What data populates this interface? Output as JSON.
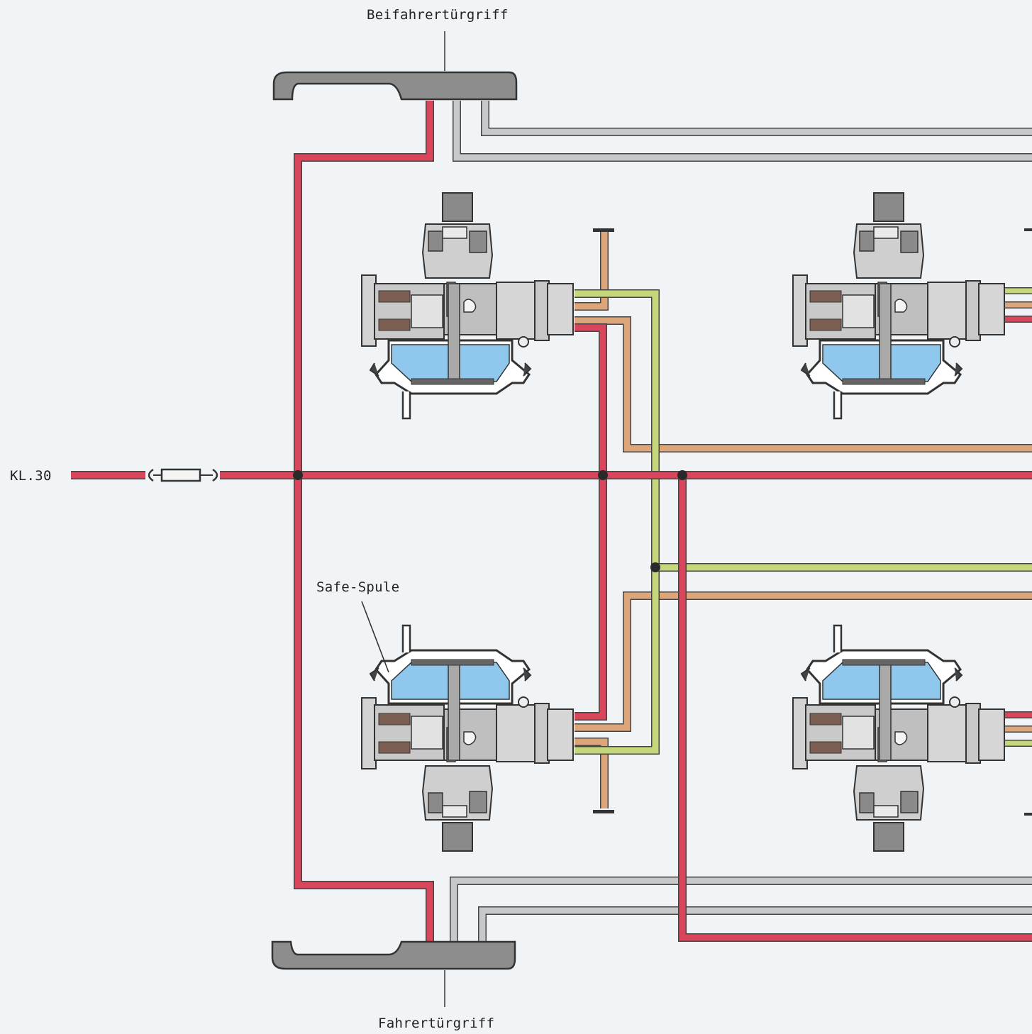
{
  "labels": {
    "passenger_handle": "Beifahrertürgriff",
    "driver_handle": "Fahrertürgriff",
    "terminal": "KL.30",
    "safe_coil": "Safe-Spule"
  },
  "colors": {
    "background": "#f1f4f6",
    "wire_red": "#d9455b",
    "wire_green": "#c4d77a",
    "wire_orange": "#dca57a",
    "wire_gray": "#c6c8ca",
    "wire_outline": "#444444",
    "handle_fill": "#8d8d8d",
    "actuator_body": "#cfd0d1",
    "diaphragm_blue": "#8fc8ec",
    "junction": "#2a2a2a"
  },
  "icons": [
    "door-handle-icon",
    "fuse-icon",
    "lock-actuator-icon",
    "junction-dot-icon"
  ]
}
